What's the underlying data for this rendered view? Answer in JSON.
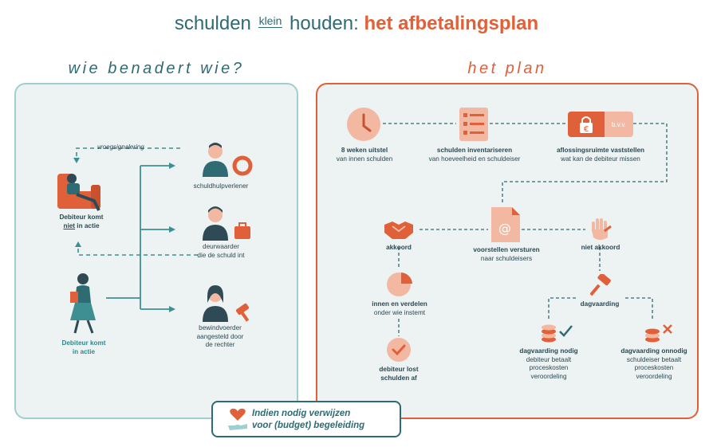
{
  "title": {
    "part1": "schulden",
    "part2": "klein",
    "part3": "houden:",
    "part4": "het afbetalingsplan"
  },
  "left_panel": {
    "heading": "wie benadert wie?",
    "vroegsignalering": "vroegsignalering",
    "debiteur_niet_line1": "Debiteur komt",
    "debiteur_niet_bold": "niet",
    "debiteur_niet_line2_rest": " in actie",
    "debiteur_actie_line1": "Debiteur komt",
    "debiteur_actie_line2": "in actie",
    "schuldhulpverlener": "schuldhulpverlener",
    "deurwaarder_line1": "deurwaarder",
    "deurwaarder_line2": "die de schuld int",
    "bewindvoerder_line1": "bewindvoerder",
    "bewindvoerder_line2": "aangesteld door",
    "bewindvoerder_line3": "de rechter"
  },
  "right_panel": {
    "heading": "het plan",
    "step1_title": "8 weken uitstel",
    "step1_sub": "van innen schulden",
    "step2_title": "schulden inventariseren",
    "step2_sub": "van hoeveelheid en schuldeiser",
    "step3_title": "aflossingsruimte vaststellen",
    "step3_sub": "wat kan de debiteur missen",
    "step3_badge": "b.v.v.",
    "voorstellen_title": "voorstellen versturen",
    "voorstellen_sub": "naar schuldeisers",
    "akkoord": "akkoord",
    "niet_akkoord": "niet akkoord",
    "innen_title": "innen en verdelen",
    "innen_sub": "onder wie instemt",
    "lost_line1": "debiteur lost",
    "lost_line2": "schulden af",
    "dagvaarding": "dagvaarding",
    "nodig_title": "dagvaarding nodig",
    "nodig_l1": "debiteur betaalt",
    "nodig_l2": "proceskosten",
    "nodig_l3": "veroordeling",
    "onnodig_title": "dagvaarding onnodig",
    "onnodig_l1": "schuldeiser betaalt",
    "onnodig_l2": "proceskosten",
    "onnodig_l3": "veroordeling"
  },
  "bottom": {
    "line1": "Indien nodig verwijzen",
    "line2": "voor (budget) begeleiding"
  },
  "colors": {
    "teal": "#2e6b73",
    "teal_light": "#3e8f92",
    "orange": "#e0603a",
    "salmon": "#f2b8a2",
    "panel_bg": "#edf2f3"
  }
}
